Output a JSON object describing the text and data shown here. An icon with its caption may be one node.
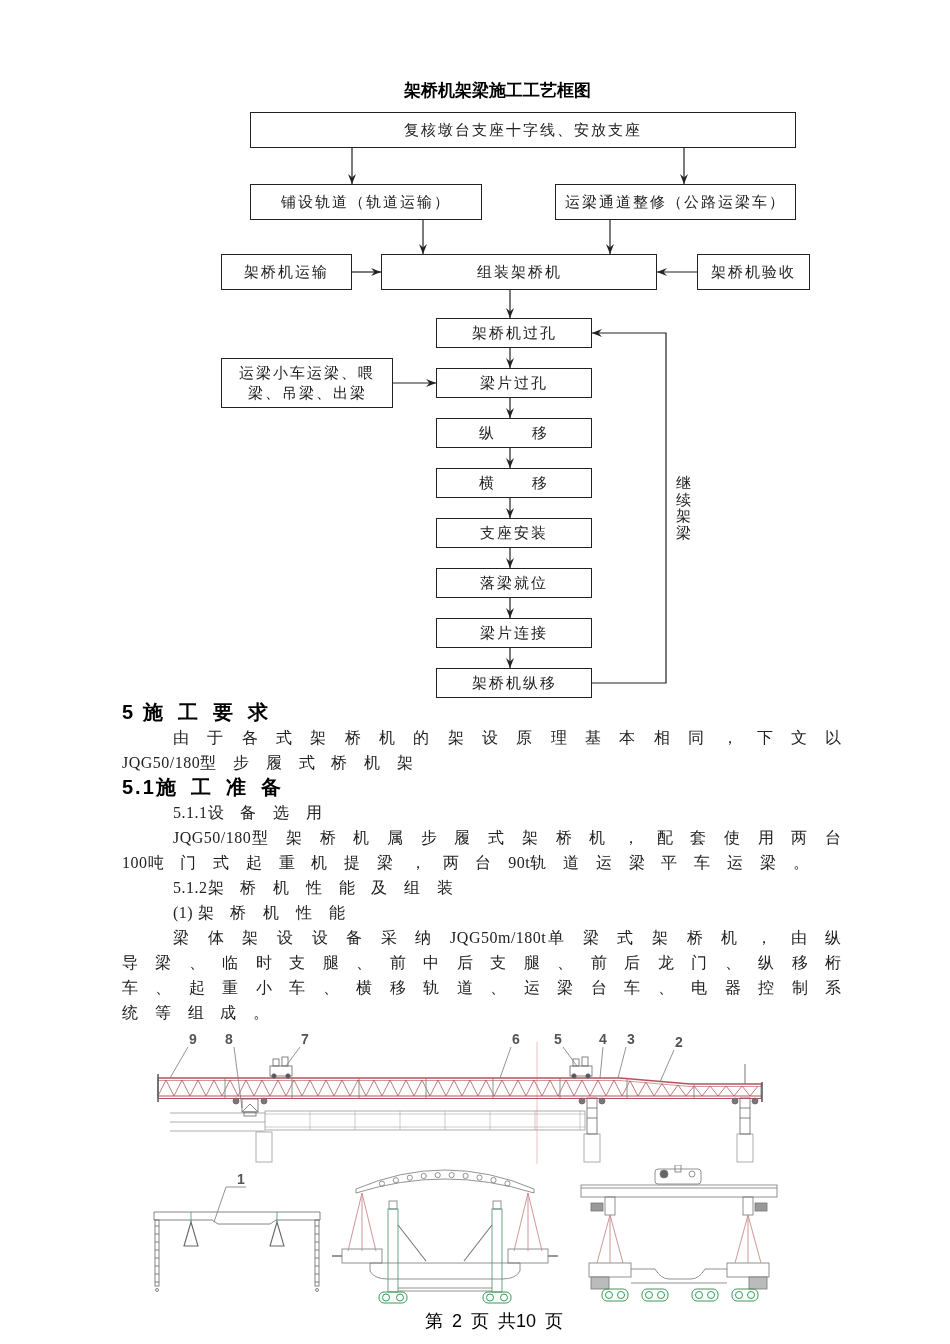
{
  "diagram": {
    "title": "架桥机架梁施工工艺框图",
    "nodes": [
      {
        "text": [
          "复核墩台支座十字线、安放支座"
        ]
      },
      {
        "text": [
          "铺设轨道（轨道运输）"
        ]
      },
      {
        "text": [
          "运梁通道整修（公路运梁车）"
        ]
      },
      {
        "text": [
          "架桥机运输"
        ]
      },
      {
        "text": [
          "组装架桥机"
        ]
      },
      {
        "text": [
          "架桥机验收"
        ]
      },
      {
        "text": [
          "架桥机过孔"
        ]
      },
      {
        "text": [
          "运梁小车运梁、喂梁、吊梁、出梁"
        ]
      },
      {
        "text": [
          "梁片过孔"
        ]
      },
      {
        "text": [
          "纵 移"
        ]
      },
      {
        "text": [
          "横 移"
        ]
      },
      {
        "text": [
          "支座安装"
        ]
      },
      {
        "text": [
          "落梁就位"
        ]
      },
      {
        "text": [
          "梁片连接"
        ]
      },
      {
        "text": [
          "架桥机纵移"
        ]
      },
      {
        "text": [
          "9"
        ]
      },
      {
        "text": [
          "8"
        ]
      },
      {
        "text": [
          "7"
        ]
      },
      {
        "text": [
          "6"
        ]
      },
      {
        "text": [
          "5"
        ]
      },
      {
        "text": [
          "4"
        ]
      },
      {
        "text": [
          "3"
        ]
      },
      {
        "text": [
          "2"
        ]
      },
      {
        "text": [
          "1"
        ]
      }
    ],
    "edges": [
      {
        "from": 0,
        "to": 1,
        "arrow": "to"
      },
      {
        "from": 0,
        "to": 2,
        "arrow": "to"
      },
      {
        "from": 1,
        "to": 4,
        "arrow": "to"
      },
      {
        "from": 2,
        "to": 4,
        "arrow": "to"
      },
      {
        "from": 3,
        "to": 4,
        "arrow": "to"
      },
      {
        "from": 5,
        "to": 4,
        "arrow": "to"
      },
      {
        "from": 4,
        "to": 6,
        "arrow": "to"
      },
      {
        "from": 6,
        "to": 8,
        "arrow": "to"
      },
      {
        "from": 7,
        "to": 8,
        "arrow": "to"
      },
      {
        "from": 8,
        "to": 9,
        "arrow": "to"
      },
      {
        "from": 9,
        "to": 10,
        "arrow": "to"
      },
      {
        "from": 10,
        "to": 11,
        "arrow": "to"
      },
      {
        "from": 11,
        "to": 12,
        "arrow": "to"
      },
      {
        "from": 12,
        "to": 13,
        "arrow": "to"
      },
      {
        "from": 13,
        "to": 14,
        "arrow": "to"
      },
      {
        "from": 14,
        "to": 6,
        "arrow": "to",
        "label": "继续架梁"
      },
      {
        "from": 15,
        "to": null,
        "arrow": "none",
        "color": "#777777"
      },
      {
        "from": 16,
        "to": null,
        "arrow": "none",
        "color": "#777777"
      },
      {
        "from": 17,
        "to": null,
        "arrow": "none",
        "color": "#777777"
      },
      {
        "from": 18,
        "to": null,
        "arrow": "none",
        "color": "#777777"
      },
      {
        "from": 19,
        "to": null,
        "arrow": "none",
        "color": "#777777"
      },
      {
        "from": 20,
        "to": null,
        "arrow": "none",
        "color": "#777777"
      },
      {
        "from": 21,
        "to": null,
        "arrow": "none",
        "color": "#777777"
      },
      {
        "from": 22,
        "to": null,
        "arrow": "none",
        "color": "#777777"
      },
      {
        "from": 23,
        "to": null,
        "arrow": "none",
        "color": "#777777"
      }
    ],
    "labels": [
      "5 施工要求",
      "由于各式架桥机的架设原理基本相同，下文以JQG50/180型步履式桥机架",
      "5.1施工准备",
      "5.1.1设备选用",
      "JQG50/180型架桥机属步履式架桥机，配套使用两台100吨门式起重机提梁，两台90t轨道运梁平车运梁。",
      "5.1.2架桥机性能及组装",
      "(1) 架桥机性能",
      "梁体架设设备采纳JQG50m/180t单梁式架桥机，由纵导梁、临时支腿、前中后支腿、前后龙门、纵移桁车、起重小车、横移轨道、运梁台车、电器控制系统等组成。",
      "第 2 页 共10 页"
    ]
  }
}
